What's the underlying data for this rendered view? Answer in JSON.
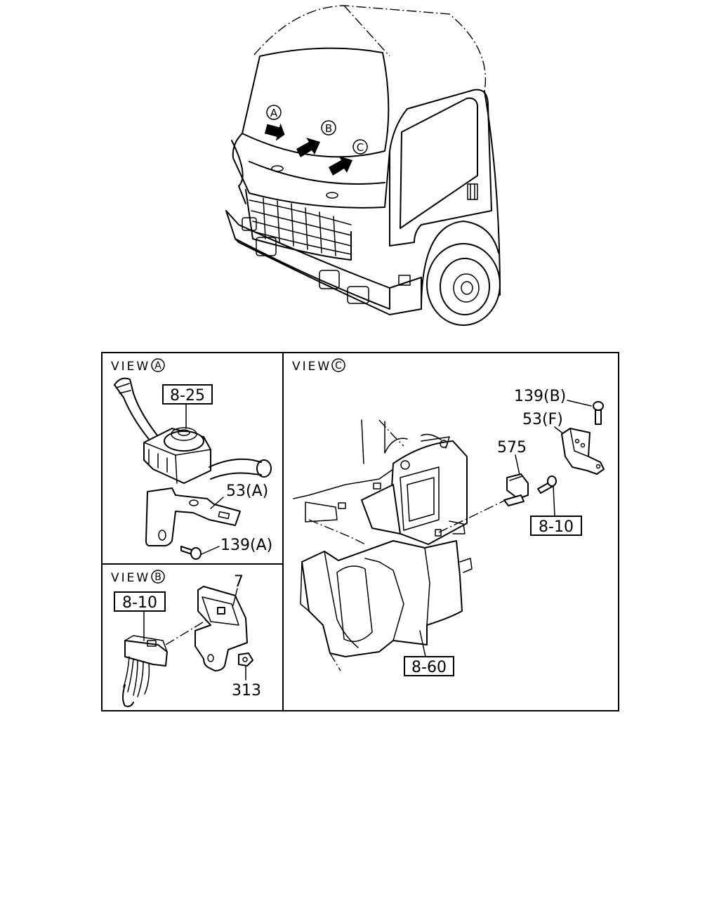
{
  "overview": {
    "markers": [
      {
        "key": "A",
        "label": "A"
      },
      {
        "key": "B",
        "label": "B"
      },
      {
        "key": "C",
        "label": "C"
      }
    ]
  },
  "views": {
    "a": {
      "title": "VIEW",
      "marker": "A",
      "callouts": {
        "ref": "8-25",
        "bracket": "53(A)",
        "bolt": "139(A)"
      }
    },
    "b": {
      "title": "VIEW",
      "marker": "B",
      "callouts": {
        "ref": "8-10",
        "bracket": "7",
        "nut": "313"
      }
    },
    "c": {
      "title": "VIEW",
      "marker": "C",
      "callouts": {
        "bolt": "139(B)",
        "bracket": "53(F)",
        "clip": "575",
        "ref_connector": "8-10",
        "ref_unit": "8-60"
      }
    }
  }
}
